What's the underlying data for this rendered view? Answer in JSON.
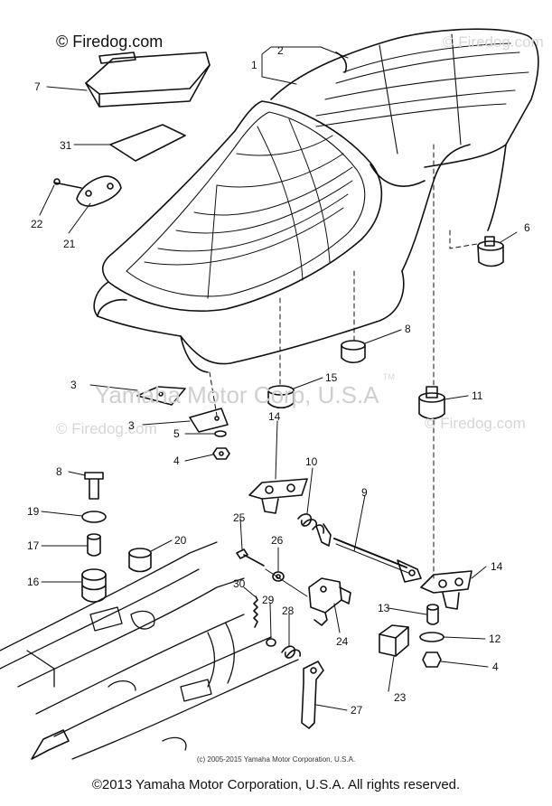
{
  "watermarks": {
    "top_logo": "© Firedog.com",
    "corner_logo": "© Firedog.com",
    "center": "Yamaha Motor Corp, U.S.A",
    "tm": "TM",
    "left_logo": "© Firedog.com",
    "right_logo": "© Firedog.com"
  },
  "callouts": [
    "1",
    "2",
    "3",
    "3",
    "4",
    "4",
    "5",
    "6",
    "7",
    "8",
    "8",
    "9",
    "10",
    "11",
    "12",
    "13",
    "14",
    "14",
    "15",
    "16",
    "17",
    "19",
    "20",
    "21",
    "22",
    "23",
    "24",
    "25",
    "26",
    "27",
    "28",
    "29",
    "30",
    "31"
  ],
  "copyright_small": "(c) 2005-2015 Yamaha Motor Corporation, U.S.A.",
  "footer": "©2013 Yamaha Motor Corporation, U.S.A. All rights reserved."
}
